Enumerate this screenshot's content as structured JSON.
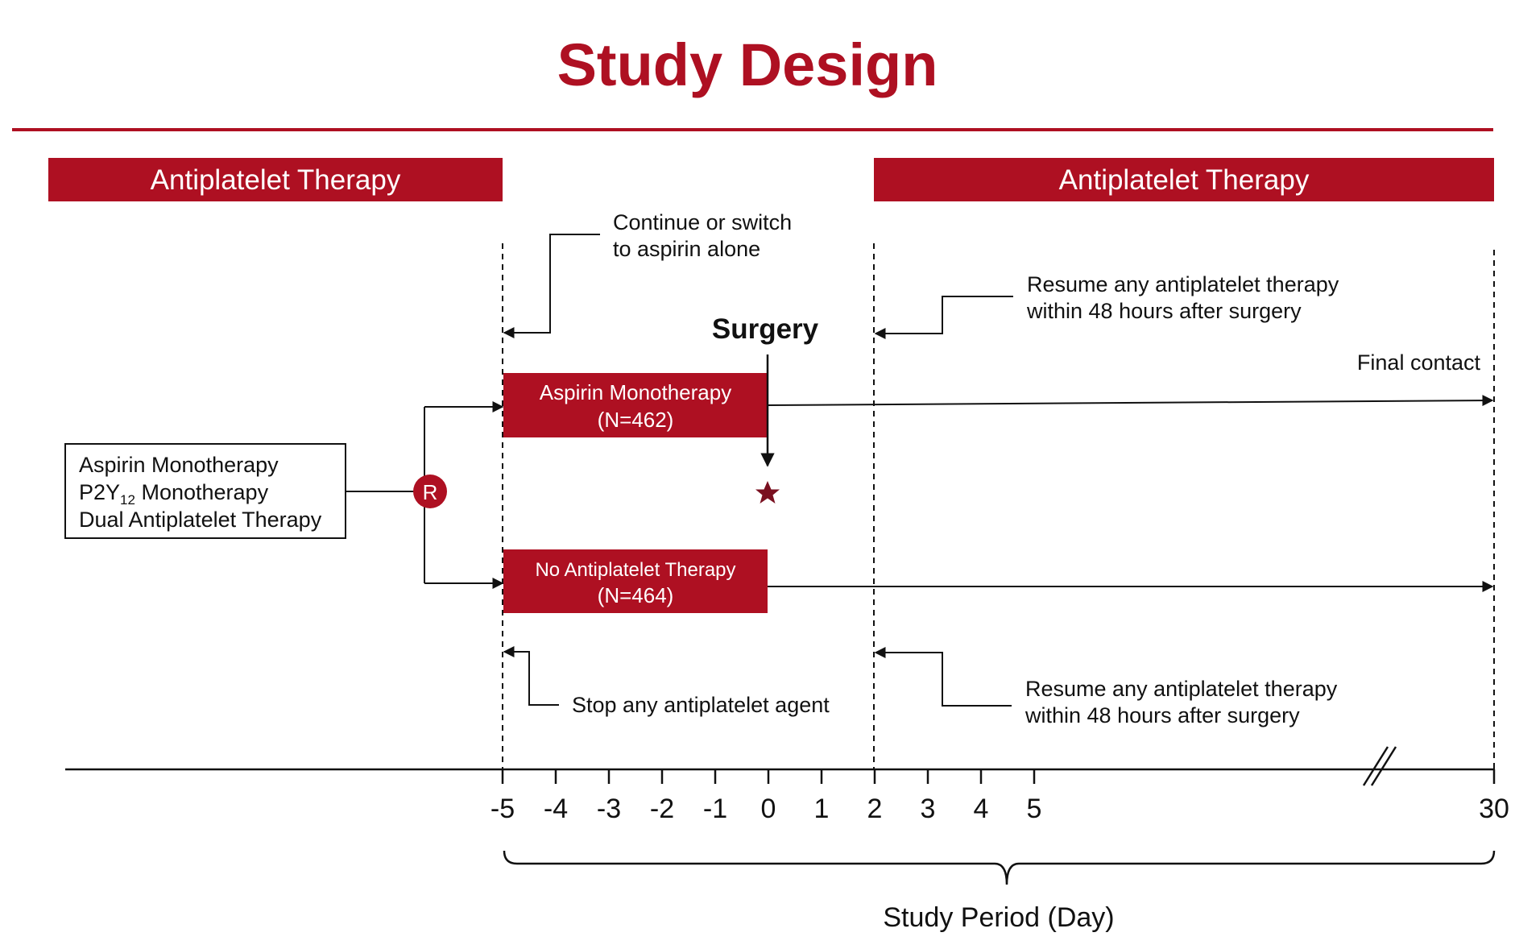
{
  "title": "Study Design",
  "colors": {
    "accent": "#AE1022",
    "star": "#7A1020",
    "text": "#111111",
    "white": "#ffffff"
  },
  "header_left": "Antiplatelet Therapy",
  "header_right": "Antiplatelet Therapy",
  "annotations": {
    "continue_line1": "Continue or switch",
    "continue_line2": "to aspirin alone",
    "resume_top_line1": "Resume any antiplatelet therapy",
    "resume_top_line2": "within 48 hours after surgery",
    "stop": "Stop any antiplatelet agent",
    "resume_bottom_line1": "Resume any antiplatelet therapy",
    "resume_bottom_line2": "within 48 hours after surgery",
    "final_contact": "Final contact",
    "surgery": "Surgery"
  },
  "baseline_box": {
    "line1": "Aspirin Monotherapy",
    "line2_prefix": "P2Y",
    "line2_sub": "12",
    "line2_suffix": " Monotherapy",
    "line3": "Dual Antiplatelet Therapy"
  },
  "randomization_label": "R",
  "arms": [
    {
      "name": "Aspirin Monotherapy",
      "n": "(N=462)"
    },
    {
      "name": "No Antiplatelet  Therapy",
      "n": "(N=464)"
    }
  ],
  "axis": {
    "ticks": [
      "-5",
      "-4",
      "-3",
      "-2",
      "-1",
      "0",
      "1",
      "2",
      "3",
      "4",
      "5",
      "30"
    ],
    "label": "Study Period  (Day)"
  }
}
